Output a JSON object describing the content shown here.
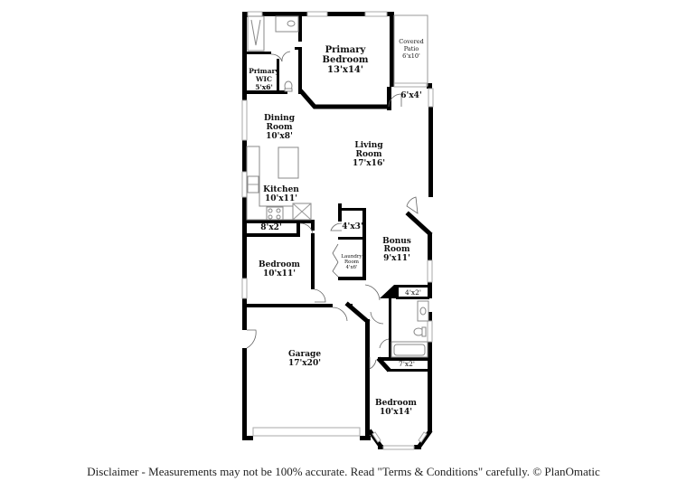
{
  "floorplan": {
    "rooms": [
      {
        "id": "primary-bedroom",
        "name": "Primary",
        "name2": "Bedroom",
        "dim": "13'x14'"
      },
      {
        "id": "covered-patio",
        "name": "Covered",
        "name2": "Patio",
        "dim": "6'x10'"
      },
      {
        "id": "primary-wic",
        "name": "Primary",
        "name2": "WIC",
        "dim": "5'x6'"
      },
      {
        "id": "closet-6x4",
        "name": "",
        "name2": "",
        "dim": "6'x4'"
      },
      {
        "id": "dining-room",
        "name": "Dining",
        "name2": "Room",
        "dim": "10'x8'"
      },
      {
        "id": "living-room",
        "name": "Living",
        "name2": "Room",
        "dim": "17'x16'"
      },
      {
        "id": "kitchen",
        "name": "Kitchen",
        "name2": "",
        "dim": "10'x11'"
      },
      {
        "id": "closet-8x2",
        "name": "",
        "name2": "",
        "dim": "8'x2'"
      },
      {
        "id": "closet-4x3",
        "name": "",
        "name2": "",
        "dim": "4'x3'"
      },
      {
        "id": "laundry-room",
        "name": "Laundry",
        "name2": "Room",
        "dim": "4'x6'"
      },
      {
        "id": "bonus-room",
        "name": "Bonus",
        "name2": "Room",
        "dim": "9'x11'"
      },
      {
        "id": "bedroom-2",
        "name": "Bedroom",
        "name2": "",
        "dim": "10'x11'"
      },
      {
        "id": "closet-4x2",
        "name": "",
        "name2": "",
        "dim": "4'x2'"
      },
      {
        "id": "garage",
        "name": "Garage",
        "name2": "",
        "dim": "17'x20'"
      },
      {
        "id": "closet-7x2",
        "name": "",
        "name2": "",
        "dim": "7'x2'"
      },
      {
        "id": "bedroom-3",
        "name": "Bedroom",
        "name2": "",
        "dim": "10'x14'"
      }
    ],
    "disclaimer": "Disclaimer - Measurements may not be 100% accurate. Read \"Terms & Conditions\" carefully. © PlanOmatic"
  }
}
